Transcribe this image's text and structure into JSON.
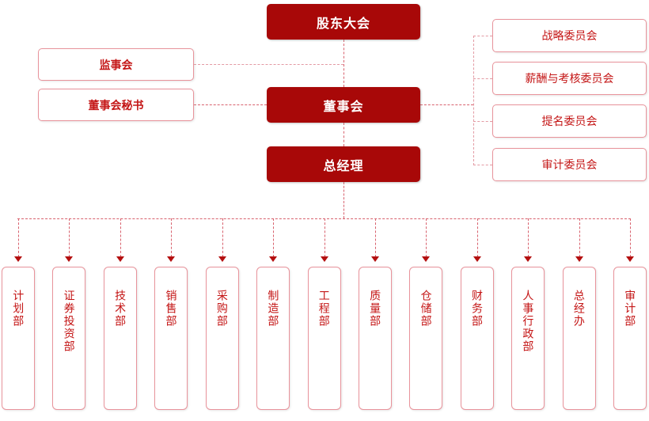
{
  "meta": {
    "title": "公司组织架构图",
    "accent_solid": "#a80808",
    "accent_outline_text": "#c41616",
    "accent_border": "#e8939b",
    "connector_color": "#d8626e",
    "background": "#ffffff"
  },
  "governance": {
    "shareholders_meeting": "股东大会",
    "board_of_directors": "董事会",
    "general_manager": "总经理"
  },
  "left_nodes": [
    {
      "label": "监事会"
    },
    {
      "label": "董事会秘书"
    }
  ],
  "committees": [
    {
      "label": "战略委员会"
    },
    {
      "label": "薪酬与考核委员会"
    },
    {
      "label": "提名委员会"
    },
    {
      "label": "审计委员会"
    }
  ],
  "departments": [
    {
      "label": "计划部"
    },
    {
      "label": "证券投资部"
    },
    {
      "label": "技术部"
    },
    {
      "label": "销售部"
    },
    {
      "label": "采购部"
    },
    {
      "label": "制造部"
    },
    {
      "label": "工程部"
    },
    {
      "label": "质量部"
    },
    {
      "label": "仓储部"
    },
    {
      "label": "财务部"
    },
    {
      "label": "人事行政部"
    },
    {
      "label": "总经办"
    },
    {
      "label": "审计部"
    }
  ]
}
